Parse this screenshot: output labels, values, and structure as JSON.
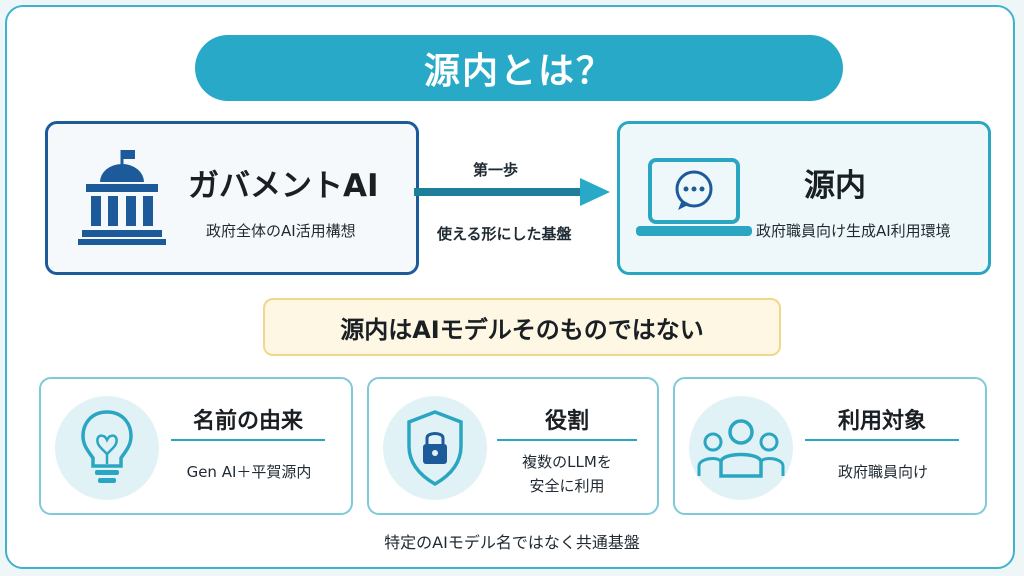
{
  "title": "源内とは？",
  "left_box": {
    "title": "ガバメントAI",
    "subtitle": "政府全体のAI活用構想"
  },
  "arrow": {
    "top_label": "第一歩",
    "bottom_label": "使える形にした基盤"
  },
  "right_box": {
    "title": "源内",
    "subtitle": "政府職員向け生成AI利用環境"
  },
  "banner": "源内はAIモデルそのものではない",
  "cards": [
    {
      "title": "名前の由来",
      "lines": [
        "Gen AI＋平賀源内"
      ],
      "icon": "lightbulb-icon"
    },
    {
      "title": "役割",
      "lines": [
        "複数のLLMを",
        "安全に利用"
      ],
      "icon": "shield-lock-icon"
    },
    {
      "title": "利用対象",
      "lines": [
        "政府職員向け"
      ],
      "icon": "people-group-icon"
    }
  ],
  "footer": "特定のAIモデル名ではなく共通基盤",
  "colors": {
    "teal": "#27a9c7",
    "navy": "#1d5a9a",
    "banner_bg": "#fdf7e3",
    "banner_border": "#f0d78a"
  }
}
